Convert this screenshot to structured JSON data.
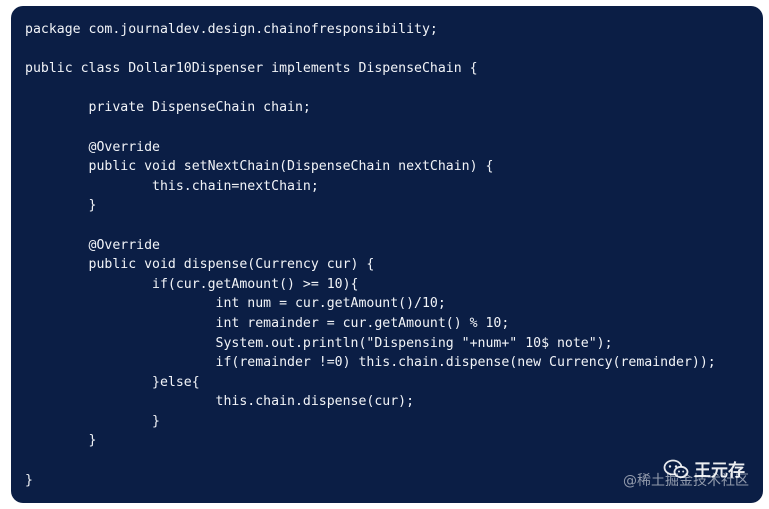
{
  "code": {
    "language": "java",
    "lines": [
      "package com.journaldev.design.chainofresponsibility;",
      "",
      "public class Dollar10Dispenser implements DispenseChain {",
      "",
      "        private DispenseChain chain;",
      "",
      "        @Override",
      "        public void setNextChain(DispenseChain nextChain) {",
      "                this.chain=nextChain;",
      "        }",
      "",
      "        @Override",
      "        public void dispense(Currency cur) {",
      "                if(cur.getAmount() >= 10){",
      "                        int num = cur.getAmount()/10;",
      "                        int remainder = cur.getAmount() % 10;",
      "                        System.out.println(\"Dispensing \"+num+\" 10$ note\");",
      "                        if(remainder !=0) this.chain.dispense(new Currency(remainder));",
      "                }else{",
      "                        this.chain.dispense(cur);",
      "                }",
      "        }",
      "",
      "}"
    ]
  },
  "watermark": {
    "site": "@稀土掘金技术社区",
    "author": "王元存",
    "icon": "wechat-icon"
  },
  "colors": {
    "panel_background": "#0b1e45",
    "code_text": "#f2f4f8"
  }
}
